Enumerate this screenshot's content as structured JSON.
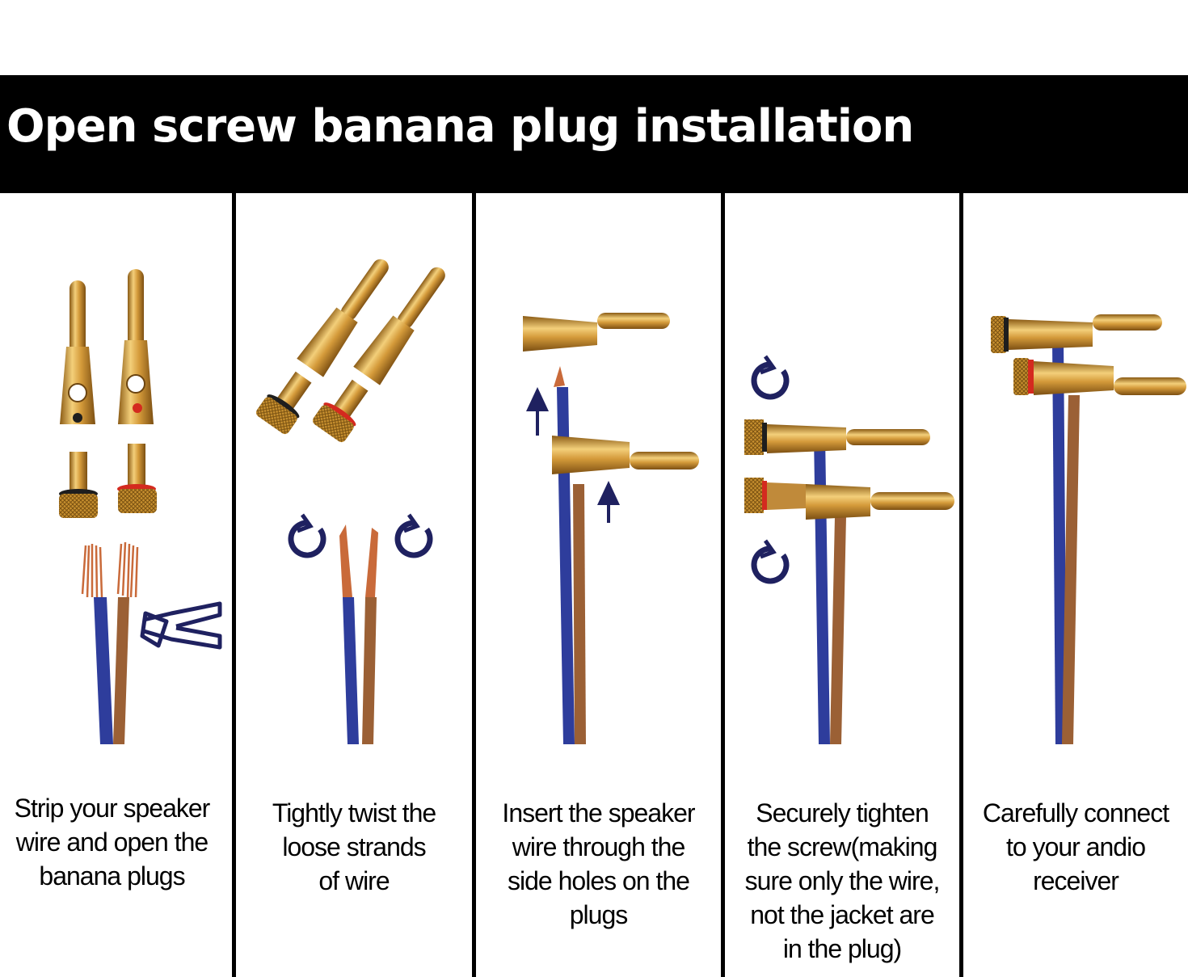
{
  "title": "Open screw banana plug installation",
  "colors": {
    "banner": "#000000",
    "gold": "#d9a441",
    "wire_blue": "#2e3d9c",
    "wire_copper": "#9b6035",
    "marker_red": "#d42a1f",
    "marker_black": "#1e1e1e",
    "icon_navy": "#1f2160"
  },
  "steps": [
    {
      "lines": [
        "Strip your speaker",
        "wire and open the",
        "banana plugs"
      ],
      "icons": [
        "banana-plug-icon",
        "screw-cap-icon",
        "wire-stripper-icon"
      ]
    },
    {
      "lines": [
        "Tightly twist the",
        "loose strands",
        "of wire"
      ],
      "icons": [
        "rotate-arrow-icon",
        "twisted-wire-icon"
      ]
    },
    {
      "lines": [
        "Insert the speaker",
        "wire through the",
        "side holes on the",
        "plugs"
      ],
      "icons": [
        "up-arrow-icon",
        "banana-plug-icon"
      ]
    },
    {
      "lines": [
        "Securely tighten",
        "the screw(making",
        "sure only the wire,",
        "not the jacket are",
        "in the plug)"
      ],
      "icons": [
        "rotate-arrow-icon",
        "banana-plug-icon"
      ]
    },
    {
      "lines": [
        "Carefully connect",
        "to your andio",
        "receiver"
      ],
      "icons": [
        "banana-plug-icon"
      ]
    }
  ]
}
